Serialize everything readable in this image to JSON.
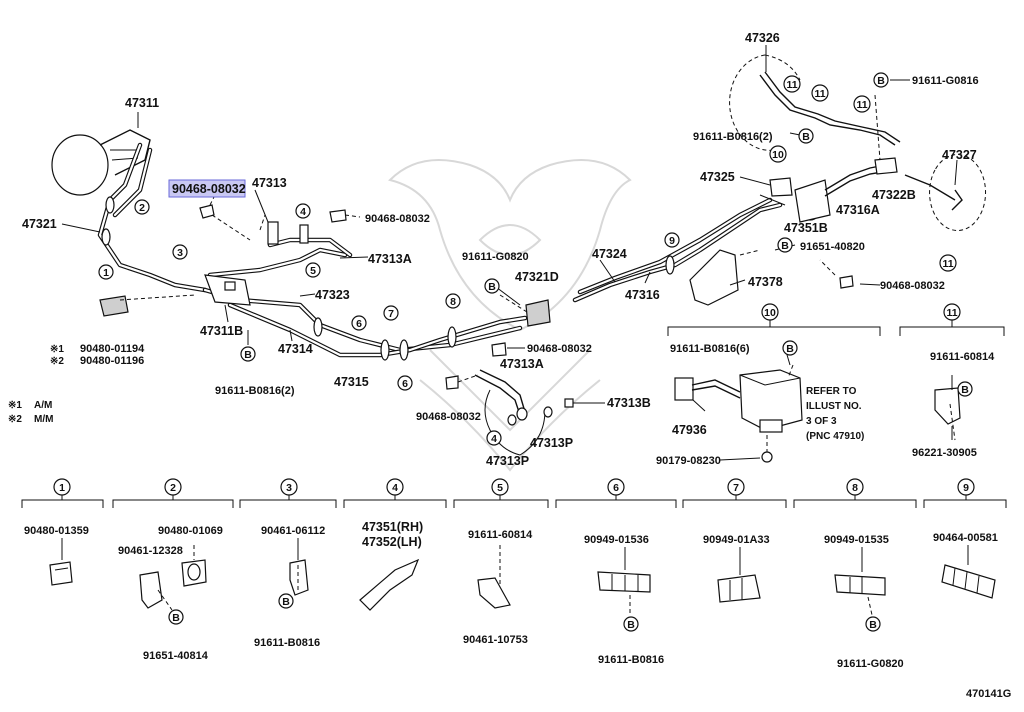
{
  "diagram_code": "470141G",
  "highlighted_part": "90468-08032",
  "notes": [
    {
      "mark": "※1",
      "text": "A/M"
    },
    {
      "mark": "※2",
      "text": "M/M"
    }
  ],
  "refer_note": [
    "REFER TO",
    "ILLUST NO.",
    "3 OF 3",
    "(PNC 47910)"
  ],
  "callouts": {
    "p47311": "47311",
    "p47321": "47321",
    "p47313": "47313",
    "p90468_a": "90468-08032",
    "p90468_b": "90468-08032",
    "p47313A_a": "47313A",
    "p47323": "47323",
    "p47311B": "47311B",
    "p47314": "47314",
    "p47315": "47315",
    "p90480_01194": "90480-01194",
    "p90480_01196": "90480-01196",
    "p91611_B0816_2": "91611-B0816(2)",
    "p91611_G0820": "91611-G0820",
    "p47321D": "47321D",
    "p90468_c": "90468-08032",
    "p47313A_b": "47313A",
    "p90468_d": "90468-08032",
    "p47313B": "47313B",
    "p47313P_a": "47313P",
    "p47313P_b": "47313P",
    "p47324": "47324",
    "p47316": "47316",
    "p47326": "47326",
    "p91611_G0816": "91611-G0816",
    "p91611_B0816_2b": "91611-B0816(2)",
    "p47325": "47325",
    "p47327": "47327",
    "p47322B": "47322B",
    "p47316A": "47316A",
    "p47351B": "47351B",
    "p91651_40820": "91651-40820",
    "p47378": "47378",
    "p90468_e": "90468-08032",
    "p91611_B0816_6": "91611-B0816(6)",
    "p47936": "47936",
    "p90179_08230": "90179-08230",
    "p91611_60814_a": "91611-60814",
    "p96221_30905": "96221-30905"
  },
  "detail_groups": [
    {
      "num": "1",
      "parts": [
        "90480-01359"
      ]
    },
    {
      "num": "2",
      "parts": [
        "90480-01069",
        "90461-12328",
        "91651-40814"
      ]
    },
    {
      "num": "3",
      "parts": [
        "90461-06112",
        "91611-B0816"
      ]
    },
    {
      "num": "4",
      "parts": [
        "47351(RH)",
        "47352(LH)"
      ]
    },
    {
      "num": "5",
      "parts": [
        "91611-60814",
        "90461-10753"
      ]
    },
    {
      "num": "6",
      "parts": [
        "90949-01536",
        "91611-B0816"
      ]
    },
    {
      "num": "7",
      "parts": [
        "90949-01A33"
      ]
    },
    {
      "num": "8",
      "parts": [
        "90949-01535",
        "91611-G0820"
      ]
    },
    {
      "num": "9",
      "parts": [
        "90464-00581"
      ]
    }
  ],
  "upper_groups": [
    {
      "num": "10"
    },
    {
      "num": "11"
    }
  ],
  "bolt_mark": "B",
  "circle_nums": [
    "1",
    "2",
    "3",
    "4",
    "5",
    "6",
    "7",
    "8",
    "9",
    "10",
    "11"
  ]
}
